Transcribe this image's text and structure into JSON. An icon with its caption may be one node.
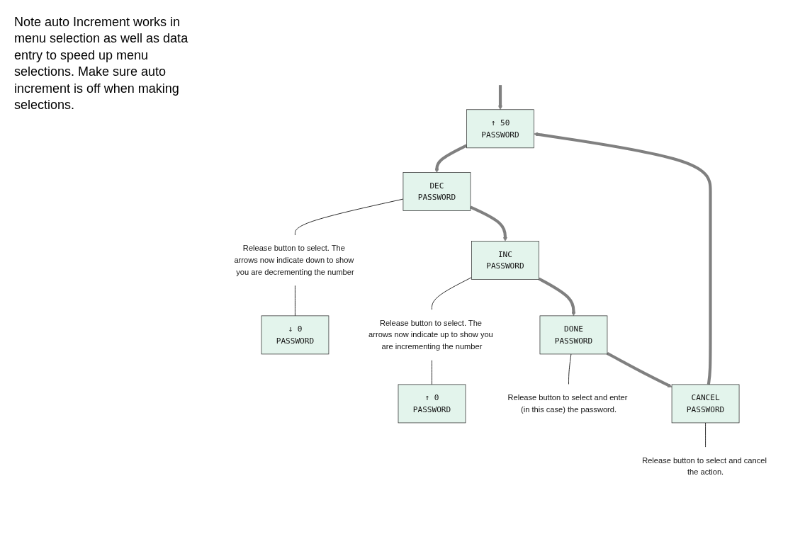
{
  "diagram": {
    "nodes": [
      {
        "text": [
          "↑ 50",
          "PASSWORD"
        ]
      },
      {
        "text": [
          "DEC",
          "PASSWORD"
        ]
      },
      {
        "text": [
          "Release button to select. The arrows now indicate down to show you are decrementing the number"
        ]
      },
      {
        "text": [
          "↓ 0",
          "PASSWORD"
        ]
      },
      {
        "text": [
          "INC",
          "PASSWORD"
        ]
      },
      {
        "text": [
          "Release button to select. The arrows now indicate up to show you are incrementing the number"
        ]
      },
      {
        "text": [
          "↑ 0",
          "PASSWORD"
        ]
      },
      {
        "text": [
          "DONE",
          "PASSWORD"
        ]
      },
      {
        "text": [
          "Release button to select and enter (in this case) the password."
        ]
      },
      {
        "text": [
          "CANCEL",
          "PASSWORD"
        ]
      },
      {
        "text": [
          "Release button to select and cancel the action."
        ]
      }
    ],
    "edges": [
      {
        "from": null,
        "to": 0,
        "arrow": "to",
        "style": "thick",
        "color": "#808080"
      },
      {
        "from": 0,
        "to": 1,
        "arrow": "to",
        "style": "thick",
        "color": "#808080"
      },
      {
        "from": 1,
        "to": 4,
        "arrow": "to",
        "style": "thick",
        "color": "#808080"
      },
      {
        "from": 4,
        "to": 7,
        "arrow": "to",
        "style": "thick",
        "color": "#808080"
      },
      {
        "from": 7,
        "to": 9,
        "arrow": "to",
        "style": "thick",
        "color": "#808080"
      },
      {
        "from": 9,
        "to": 0,
        "arrow": "to",
        "style": "thick",
        "color": "#808080"
      },
      {
        "from": 1,
        "to": 2,
        "arrow": "none",
        "color": "#000000"
      },
      {
        "from": 2,
        "to": 3,
        "arrow": "none",
        "color": "#000000"
      },
      {
        "from": 4,
        "to": 5,
        "arrow": "none",
        "color": "#000000"
      },
      {
        "from": 5,
        "to": 6,
        "arrow": "none",
        "color": "#000000"
      },
      {
        "from": 7,
        "to": 8,
        "arrow": "none",
        "color": "#000000"
      },
      {
        "from": 9,
        "to": 10,
        "arrow": "none",
        "color": "#000000"
      }
    ],
    "labels": [
      "Note auto Increment works in menu selection as well as data entry to speed up menu selections. Make sure auto increment is off when making selections."
    ]
  }
}
